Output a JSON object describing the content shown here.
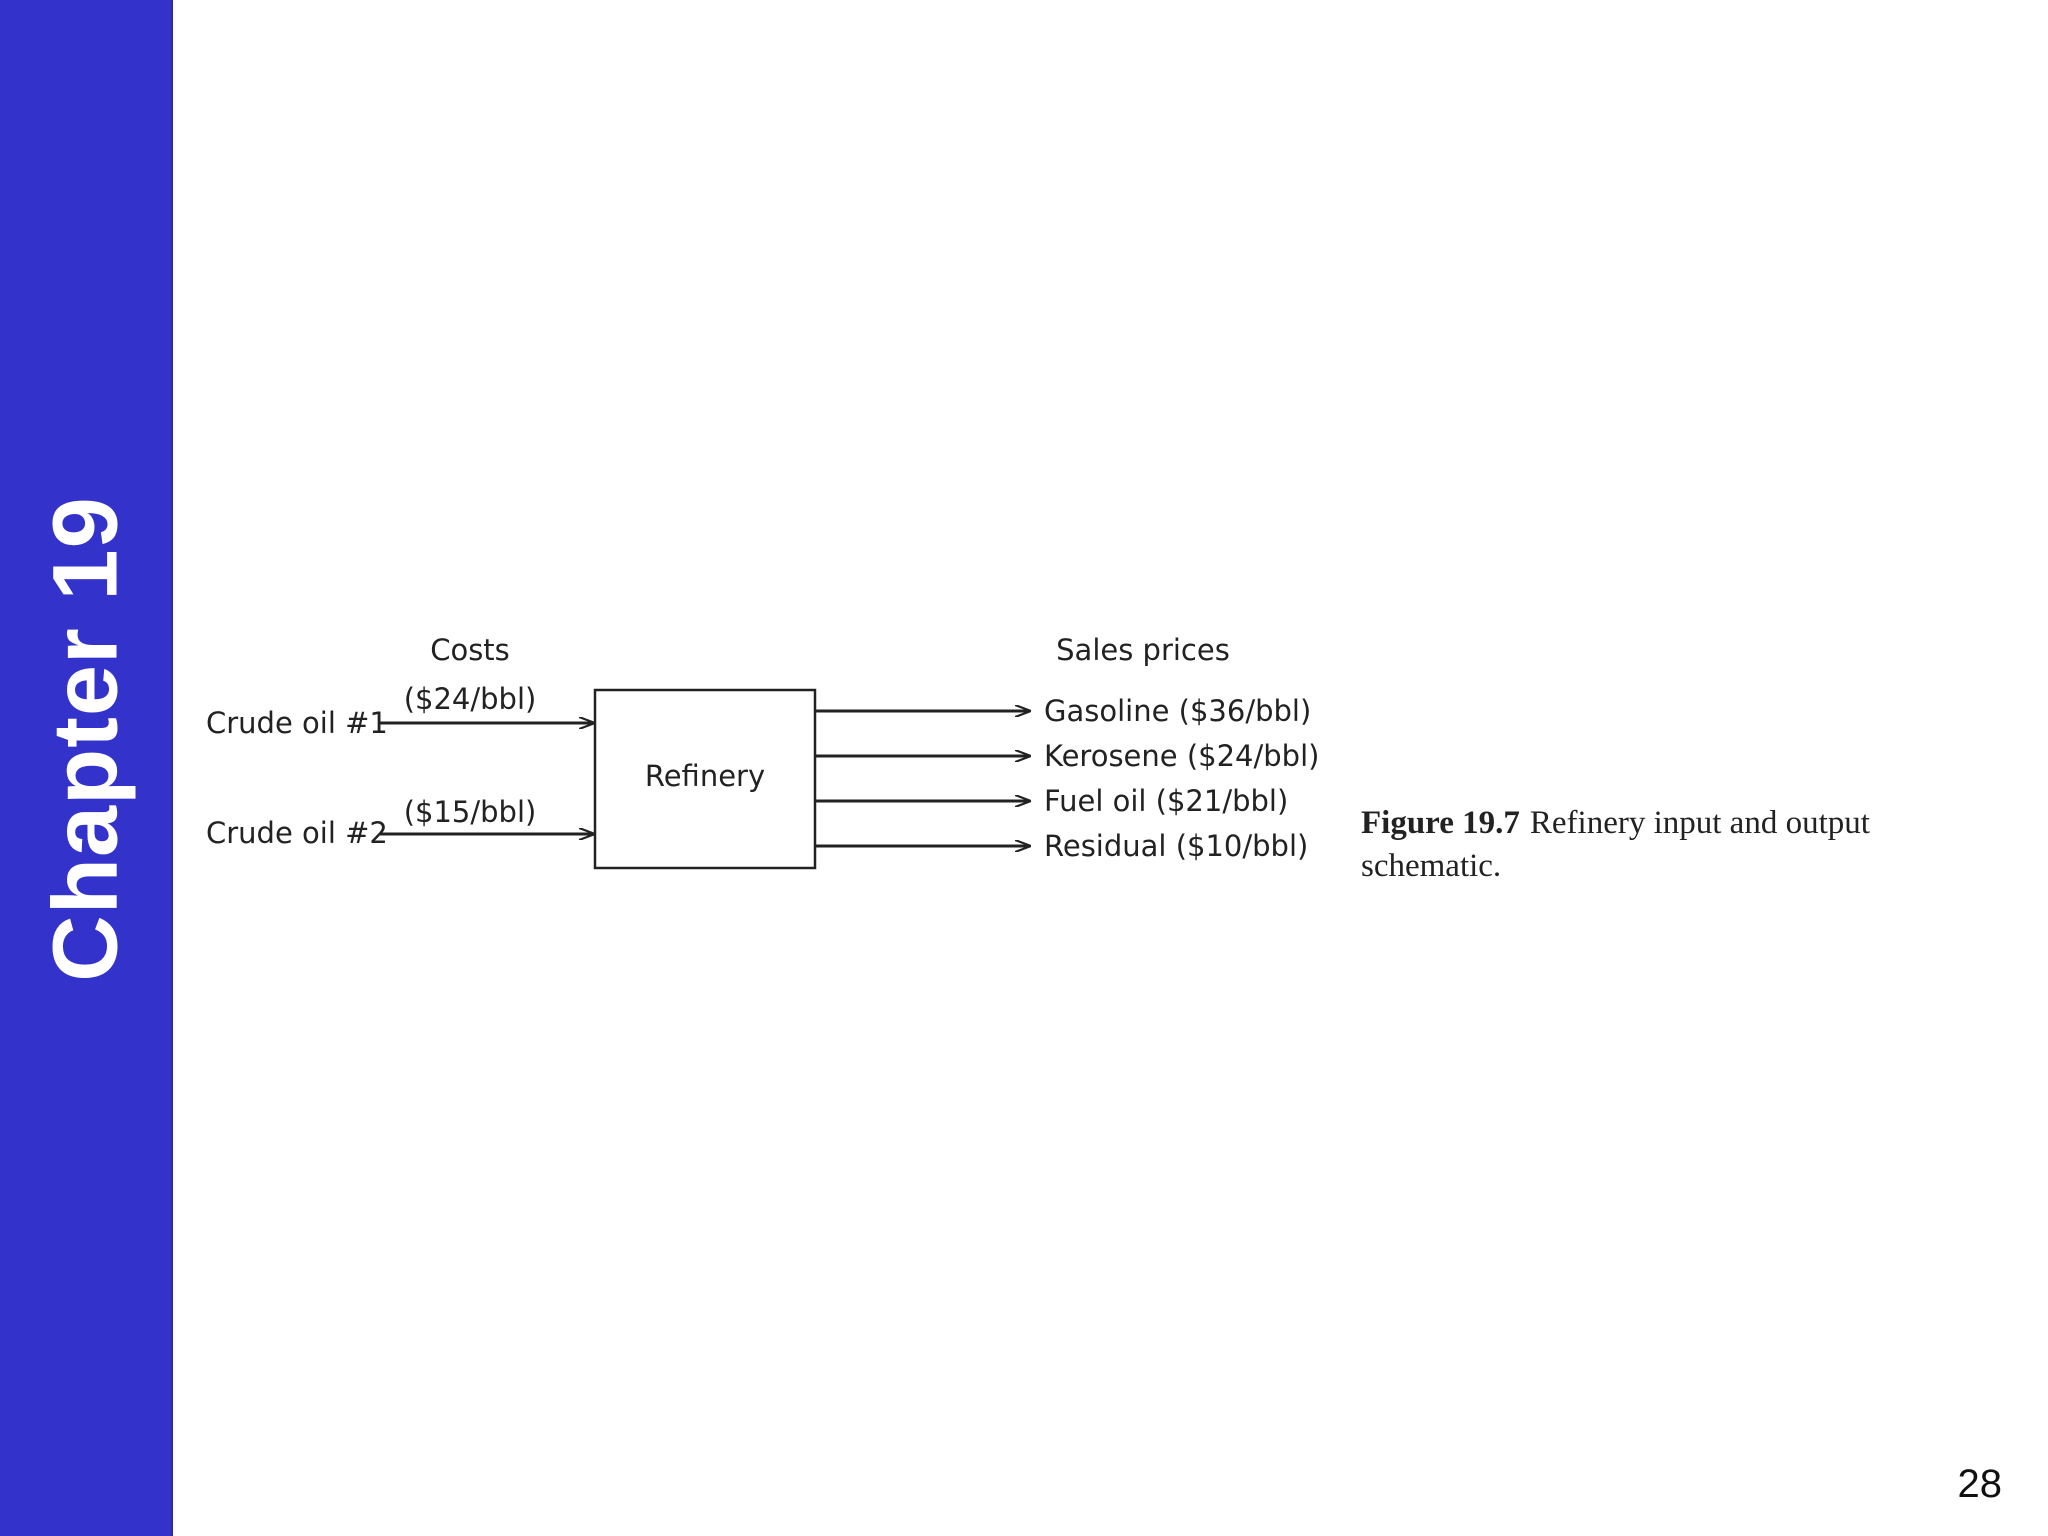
{
  "sidebar": {
    "chapter_title": "Chapter 19",
    "color": "#3333cc"
  },
  "diagram": {
    "process_label": "Refinery",
    "inputs_header": "Costs",
    "outputs_header": "Sales prices",
    "inputs": [
      {
        "name": "Crude oil #1",
        "cost": "($24/bbl)"
      },
      {
        "name": "Crude oil #2",
        "cost": "($15/bbl)"
      }
    ],
    "outputs": [
      {
        "label": "Gasoline ($36/bbl)"
      },
      {
        "label": "Kerosene ($24/bbl)"
      },
      {
        "label": "Fuel oil ($21/bbl)"
      },
      {
        "label": "Residual ($10/bbl)"
      }
    ]
  },
  "caption": {
    "figure_number": "Figure 19.7",
    "text": "Refinery input and output schematic."
  },
  "page_number": "28"
}
